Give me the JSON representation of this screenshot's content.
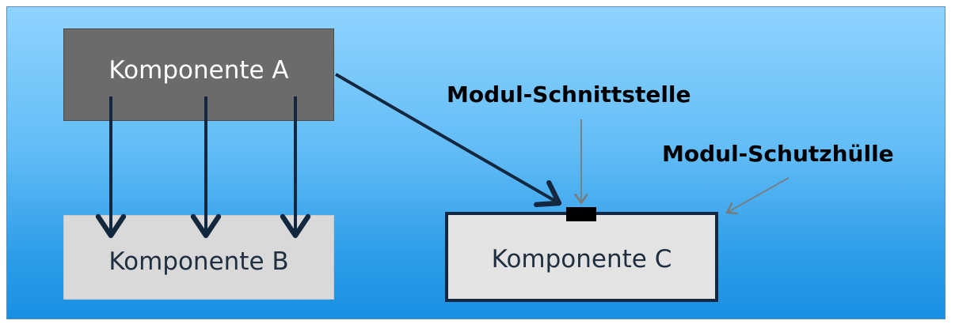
{
  "diagram": {
    "component_a": "Komponente A",
    "component_b": "Komponente B",
    "component_c": "Komponente C",
    "interface_label": "Modul-Schnittstelle",
    "shell_label": "Modul-Schutzhülle"
  },
  "colors": {
    "background_top": "#8fd3ff",
    "background_bottom": "#1a8fe2",
    "component_a_fill": "#6b6b6b",
    "component_b_fill": "#d9d9d9",
    "component_c_fill": "#e3e3e3",
    "arrow": "#13273f",
    "pointer": "#7a7a7a"
  }
}
